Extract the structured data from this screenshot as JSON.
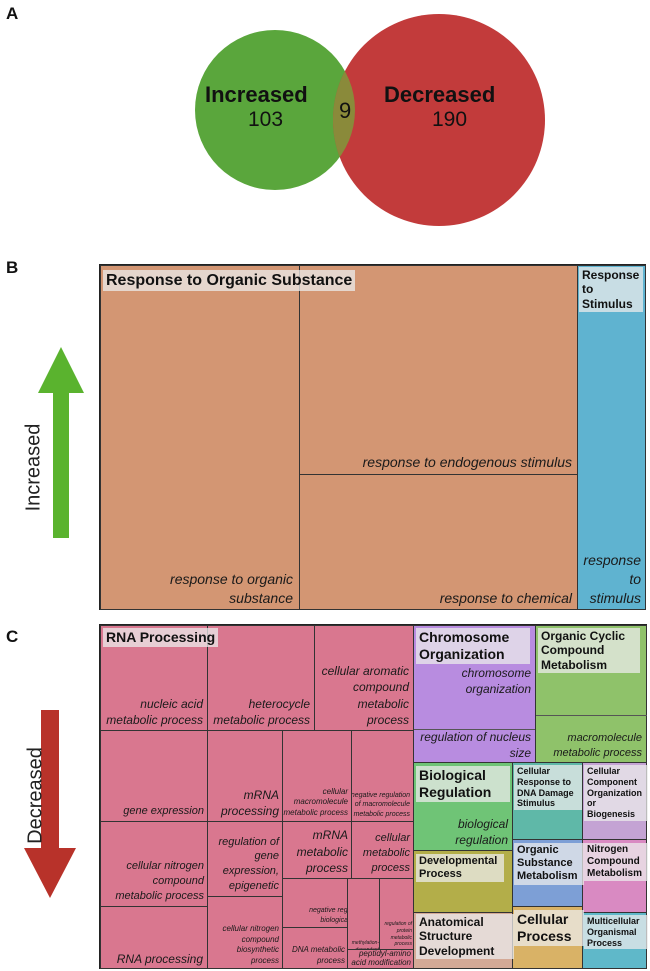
{
  "panels": {
    "a": "A",
    "b": "B",
    "c": "C"
  },
  "venn": {
    "left_label": "Increased",
    "left_count": "103",
    "overlap_count": "9",
    "right_label": "Decreased",
    "right_count": "190",
    "left_color": "#5aa63c",
    "right_color": "#c23b3b",
    "overlap_color": "#8a8a3a"
  },
  "axis": {
    "increased": "Increased",
    "decreased": "Decreased",
    "up_color": "#5ab32e",
    "down_color": "#b8322a"
  },
  "treemap_b": {
    "colors": {
      "organic": "#d39673",
      "stimulus": "#5fb3d0"
    },
    "headers": {
      "organic": "Response to Organic Substance",
      "stimulus": "Response to Stimulus"
    },
    "terms": {
      "organic_substance": "response to organic substance",
      "endogenous": "response to endogenous stimulus",
      "chemical": "response to chemical",
      "stimulus": "response to stimulus"
    }
  },
  "treemap_c": {
    "colors": {
      "rna": "#d9778f",
      "chromosome": "#b88ce0",
      "cyclic": "#8fc26a",
      "bioreg": "#6fc476",
      "dna_damage": "#5fb8a8",
      "ccob": "#c4a3d4",
      "dev": "#b3ae49",
      "substance": "#7d9fd6",
      "nitrogen": "#d98ac2",
      "anatomical": "#d4a996",
      "cellular": "#d9b266",
      "multicell": "#5fb8c9"
    },
    "headers": {
      "rna": "RNA Processing",
      "chromosome": "Chromosome Organization",
      "cyclic": "Organic Cyclic Compound Metabolism",
      "bioreg": "Biological Regulation",
      "dna_damage": "Cellular Response to DNA Damage Stimulus",
      "ccob": "Cellular Component Organization or Biogenesis",
      "dev": "Developmental Process",
      "substance": "Organic Substance Metabolism",
      "nitrogen": "Nitrogen Compound Metabolism",
      "anatomical": "Anatomical Structure Development",
      "cellular": "Cellular Process",
      "multicell": "Multicellular Organismal Process"
    },
    "terms": {
      "nucleic": "nucleic acid metabolic process",
      "heterocycle": "heterocycle metabolic process",
      "aromatic": "cellular aromatic compound metabolic process",
      "gene_expression": "gene expression",
      "mrna_processing": "mRNA processing",
      "cell_macro": "cellular macromolecule metabolic process",
      "neg_reg_macro": "negative regulation of macromolecule metabolic process",
      "cell_nitrogen": "cellular nitrogen compound metabolic process",
      "reg_gene_expr": "regulation of gene expression, epigenetic",
      "mrna_metabolic": "mRNA metabolic process",
      "cellular_metabolic": "cellular metabolic process",
      "neg_reg_bio": "negative regulation of biological process",
      "cell_nitrogen_bio": "cellular nitrogen compound biosynthetic process",
      "rna_processing": "RNA processing",
      "dna_metabolic": "DNA metabolic process",
      "methylation": "methylation-dependent chromatin silencing",
      "reg_protein": "regulation of protein metabolic process",
      "peptidyl": "peptidyl-amino acid modification",
      "chromosome_org": "chromosome organization",
      "reg_nucleus": "regulation of nucleus size",
      "macromolecule_metabolic": "macromolecule metabolic process",
      "biological_regulation": "biological regulation"
    }
  }
}
